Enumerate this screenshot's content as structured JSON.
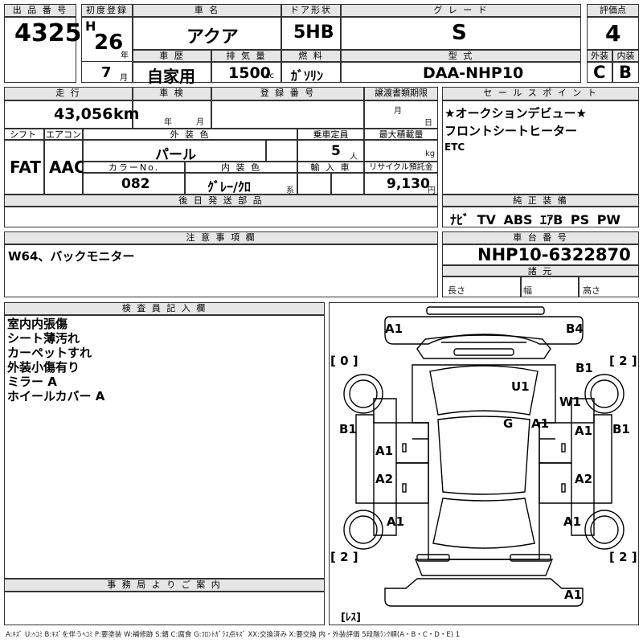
{
  "row1": {
    "lot_no_label": "出 品 番 号",
    "lot_no": "4325",
    "first_reg_label": "初度登録",
    "era": "H",
    "year": "26",
    "year_unit": "年",
    "month": "7",
    "month_unit": "月",
    "car_name_label": "車 名",
    "car_name": "アクア",
    "door_label": "ドア形状",
    "door": "5HB",
    "grade_label": "グ レ ー ド",
    "grade": "S",
    "score_label": "評価点",
    "score": "4",
    "history_label": "車 歴",
    "history": "自家用",
    "displacement_label": "排 気 量",
    "displacement": "1500",
    "displacement_unit": "cc",
    "fuel_label": "燃 料",
    "fuel": "ｶﾞｿﾘﾝ",
    "model_label": "型 式",
    "model": "DAA-NHP10",
    "ext_label": "外装",
    "ext_score": "C",
    "int_label": "内装",
    "int_score": "B"
  },
  "row2": {
    "mileage_label": "走 行",
    "mileage": "43,056",
    "mileage_unit": "km",
    "inspection_label": "車 検",
    "insp_year_unit": "年",
    "insp_month_unit": "月",
    "reg_no_label": "登 録 番 号",
    "transfer_label": "譲渡書類期限",
    "transfer_month_unit": "月",
    "transfer_day_unit": "日",
    "shift_label": "シフト",
    "shift": "FAT",
    "ac_label": "エアコン",
    "ac": "AAC",
    "ext_color_label": "外 装 色",
    "ext_color": "パール",
    "capacity_label": "乗車定員",
    "capacity": "5",
    "capacity_unit": "人",
    "max_load_label": "最大積載量",
    "max_load_unit": "kg",
    "color_no_label": "カラーNo.",
    "color_no": "082",
    "int_color_label": "内 装 色",
    "int_color": "ｸﾞﾚｰ/ｸﾛ",
    "int_color_unit": "系",
    "import_label": "輸 入 車",
    "recycle_label": "リサイクル預託金",
    "recycle": "9,130",
    "recycle_unit": "円",
    "later_parts_label": "後 日 発 送 部 品"
  },
  "sales": {
    "label": "セ ー ル ス ポ イ ン ト",
    "lines": [
      "★オークションデビュー★",
      "フロントシートヒーター",
      "ETC"
    ]
  },
  "equipment": {
    "label": "純 正 装 備",
    "value": "ﾅﾋﾞ TV ABS ｴｱB PS PW"
  },
  "caution": {
    "label": "注 意 事 項 欄",
    "text": "W64、バックモニター"
  },
  "chassis": {
    "label": "車 台 番 号",
    "value": "NHP10-6322870",
    "specs_label": "諸 元",
    "length_label": "長さ",
    "width_label": "幅",
    "height_label": "高さ"
  },
  "inspector": {
    "label": "検 査 員 記 入 欄",
    "lines": [
      "室内内張傷",
      "シート薄汚れ",
      "カーペットすれ",
      "外装小傷有り",
      "ミラー A",
      "ホイールカバー A"
    ]
  },
  "office": {
    "label": "事 務 局 よ り ご 案 内"
  },
  "diagram": {
    "tire_fl": "[ 0 ]",
    "tire_fr": "[ 2 ]",
    "tire_rl": "[ 2 ]",
    "tire_rr": "[ 2 ]",
    "spare": "[ﾚｽ]",
    "marks": {
      "front_bumper_l": "A1",
      "front_bumper_r": "B4",
      "fender_r": "B1",
      "roof": "U1",
      "windshield": "W1",
      "glass": "G",
      "a_pillar_r": "A1",
      "side_l": "B1",
      "side_r": "B1",
      "front_door_l": "A1",
      "front_door_r": "A1",
      "rear_door_l": "A2",
      "rear_door_r": "A2",
      "rear_fender_l": "A1",
      "rear_fender_r": "A1",
      "rear_bumper": "A1"
    }
  },
  "legend": "A:ｷｽﾞ U:ﾍｺﾐ B:ｷｽﾞを伴うﾍｺﾐ P:要塗装 W:補修跡 S:錆 C:腐食 G:ﾌﾛﾝﾄｶﾞﾗｽ点ｷｽﾞ XX:交換済み X:要交換 内・外装評価 5段階ﾗﾝｸ順(A・B・C・D・E) 1"
}
